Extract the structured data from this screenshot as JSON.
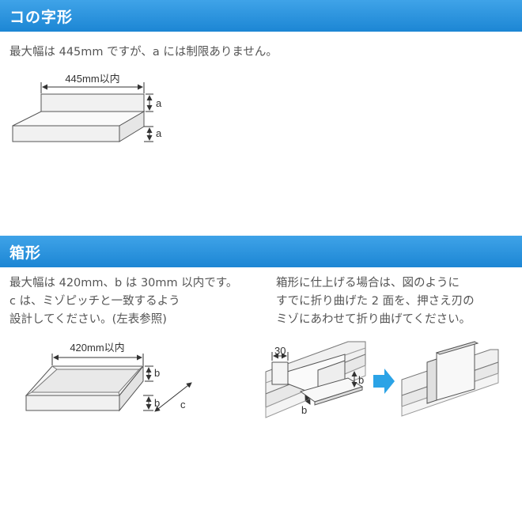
{
  "section1": {
    "title": "コの字形",
    "description": "最大幅は 445mm ですが、a には制限ありません。",
    "diagram": {
      "width_label": "445mm以内",
      "height_label_top": "a",
      "height_label_bottom": "a"
    }
  },
  "section2": {
    "title": "箱形",
    "left_text": [
      "最大幅は 420mm、b は 30mm 以内です。",
      "c は、ミゾピッチと一致するよう",
      "設計してください。(左表参照)"
    ],
    "right_text": [
      "箱形に仕上げる場合は、図のように",
      "すでに折り曲げた 2 面を、押さえ刃の",
      "ミゾにあわせて折り曲げてください。"
    ],
    "box_diagram": {
      "width_label": "420mm以内",
      "b_top": "b",
      "b_bottom": "b",
      "c_label": "c"
    },
    "fold_diagram": {
      "dim_30": "30",
      "b_right": "b",
      "b_bottom": "b"
    }
  },
  "colors": {
    "header_bg": "#1c86d4",
    "arrow": "#2ba3e6",
    "panel_fill": "#f1f1f1",
    "stroke": "#555555"
  }
}
